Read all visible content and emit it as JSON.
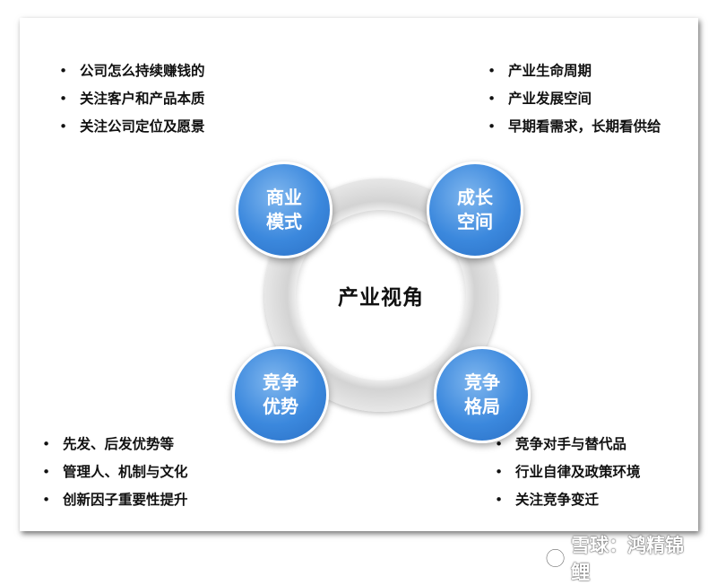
{
  "center": {
    "title": "产业视角"
  },
  "nodes": {
    "top_left": {
      "line1": "商业",
      "line2": "模式"
    },
    "top_right": {
      "line1": "成长",
      "line2": "空间"
    },
    "bottom_left": {
      "line1": "竞争",
      "line2": "优势"
    },
    "bottom_right": {
      "line1": "竞争",
      "line2": "格局"
    }
  },
  "bullets": {
    "top_left": [
      "公司怎么持续赚钱的",
      "关注客户和产品本质",
      "关注公司定位及愿景"
    ],
    "top_right": [
      "产业生命周期",
      "产业发展空间",
      "早期看需求，长期看供给"
    ],
    "bottom_left": [
      "先发、后发优势等",
      "管理人、机制与文化",
      "创新因子重要性提升"
    ],
    "bottom_right": [
      "竞争对手与替代品",
      "行业自律及政策环境",
      "关注竞争变迁"
    ]
  },
  "watermark": {
    "text": "雪球：鸿精锦鲤",
    "icon": "snowball-logo-icon"
  },
  "colors": {
    "node_blue": "#3b88dd",
    "ring_gray": "#d3d3d3",
    "text": "#111111"
  }
}
